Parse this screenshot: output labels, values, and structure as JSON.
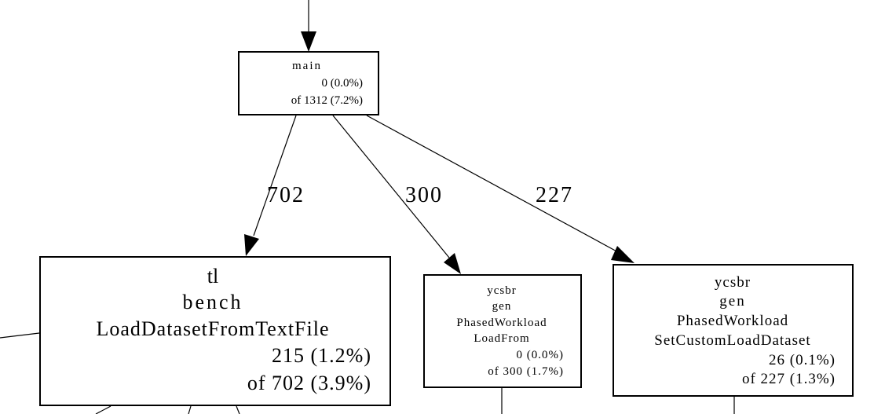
{
  "graph": {
    "nodes": {
      "main": {
        "name": "main",
        "self": "0 (0.0%)",
        "total": "of 1312 (7.2%)"
      },
      "load_text": {
        "line1": "tl",
        "line2": "bench",
        "line3": "LoadDatasetFromTextFile",
        "self": "215 (1.2%)",
        "total": "of 702 (3.9%)"
      },
      "load_from": {
        "line1": "ycsbr",
        "line2": "gen",
        "line3": "PhasedWorkload",
        "line4": "LoadFrom",
        "self": "0 (0.0%)",
        "total": "of 300 (1.7%)"
      },
      "custom_load": {
        "line1": "ycsbr",
        "line2": "gen",
        "line3": "PhasedWorkload",
        "line4": "SetCustomLoadDataset",
        "self": "26 (0.1%)",
        "total": "of 227 (1.3%)"
      }
    },
    "edges": {
      "main_to_load_text": "702",
      "main_to_load_from": "300",
      "main_to_custom_load": "227"
    }
  }
}
